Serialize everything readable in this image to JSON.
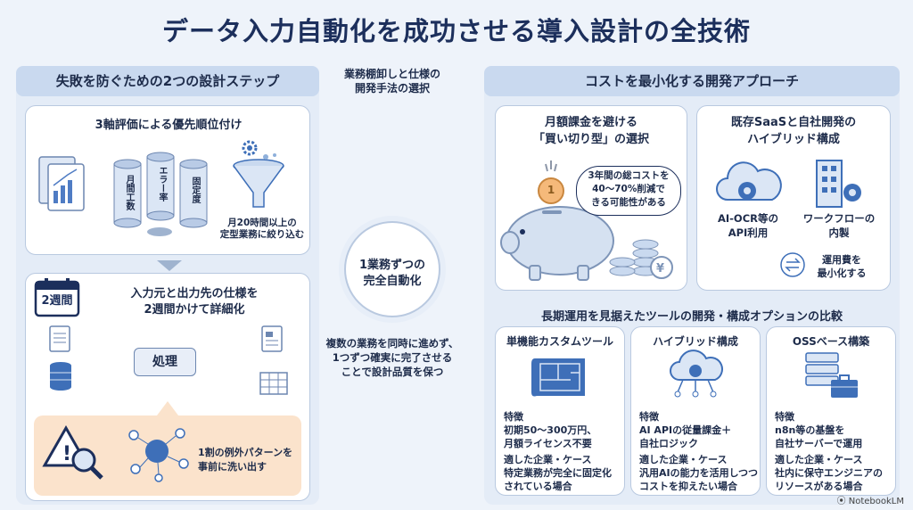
{
  "title": "データ入力自動化を成功させる導入設計の全技術",
  "left": {
    "header": "失敗を防ぐための2つの設計ステップ",
    "step1": {
      "title": "3軸評価による優先順位付け",
      "pillars": [
        "月間工数",
        "エラー率",
        "固定度"
      ],
      "note_line1": "月20時間以上の",
      "note_line2": "定型業務に絞り込む"
    },
    "step2": {
      "badge": "2週間",
      "title_line1": "入力元と出力先の仕様を",
      "title_line2": "2週間かけて詳細化",
      "process_label": "処理",
      "exception_line1": "1割の例外パターンを",
      "exception_line2": "事前に洗い出す"
    }
  },
  "middle": {
    "top_line1": "業務棚卸しと仕様の",
    "top_line2": "開発手法の選択",
    "circle_line1": "1業務ずつの",
    "circle_line2": "完全自動化",
    "bottom_line1": "複数の業務を同時に進めず、",
    "bottom_line2": "1つずつ確実に完了させる",
    "bottom_line3": "ことで設計品質を保つ"
  },
  "right": {
    "header": "コストを最小化する開発アプローチ",
    "buyout": {
      "title_line1": "月額課金を避ける",
      "title_line2": "「買い切り型」の選択",
      "bubble_line1": "3年間の総コストを",
      "bubble_line2": "40〜70%削減で",
      "bubble_line3": "きる可能性がある",
      "coin_label": "1"
    },
    "hybrid": {
      "title_line1": "既存SaaSと自社開発の",
      "title_line2": "ハイブリッド構成",
      "left_line1": "AI-OCR等の",
      "left_line2": "API利用",
      "right_line1": "ワークフローの",
      "right_line2": "内製",
      "bottom_line1": "運用費を",
      "bottom_line2": "最小化する"
    },
    "options_header": "長期運用を見据えたツールの開発・構成オプションの比較",
    "options": [
      {
        "title": "単機能カスタムツール",
        "feature_label": "特徴",
        "feature_line1": "初期50〜300万円、",
        "feature_line2": "月額ライセンス不要",
        "case_label": "適した企業・ケース",
        "case_line1": "特定業務が完全に固定化",
        "case_line2": "されている場合"
      },
      {
        "title": "ハイブリッド構成",
        "feature_label": "特徴",
        "feature_line1": "AI APIの従量課金＋",
        "feature_line2": "自社ロジック",
        "case_label": "適した企業・ケース",
        "case_line1": "汎用AIの能力を活用しつつ",
        "case_line2": "コストを抑えたい場合"
      },
      {
        "title": "OSSベース構築",
        "feature_label": "特徴",
        "feature_line1": "n8n等の基盤を",
        "feature_line2": "自社サーバーで運用",
        "case_label": "適した企業・ケース",
        "case_line1": "社内に保守エンジニアの",
        "case_line2": "リソースがある場合"
      }
    ]
  },
  "footer_logo": "NotebookLM",
  "colors": {
    "navy": "#1c2f5c",
    "accent": "#3e6fb8",
    "light_blue": "#c9d9ef",
    "orange_bg": "#fbe3cc"
  }
}
